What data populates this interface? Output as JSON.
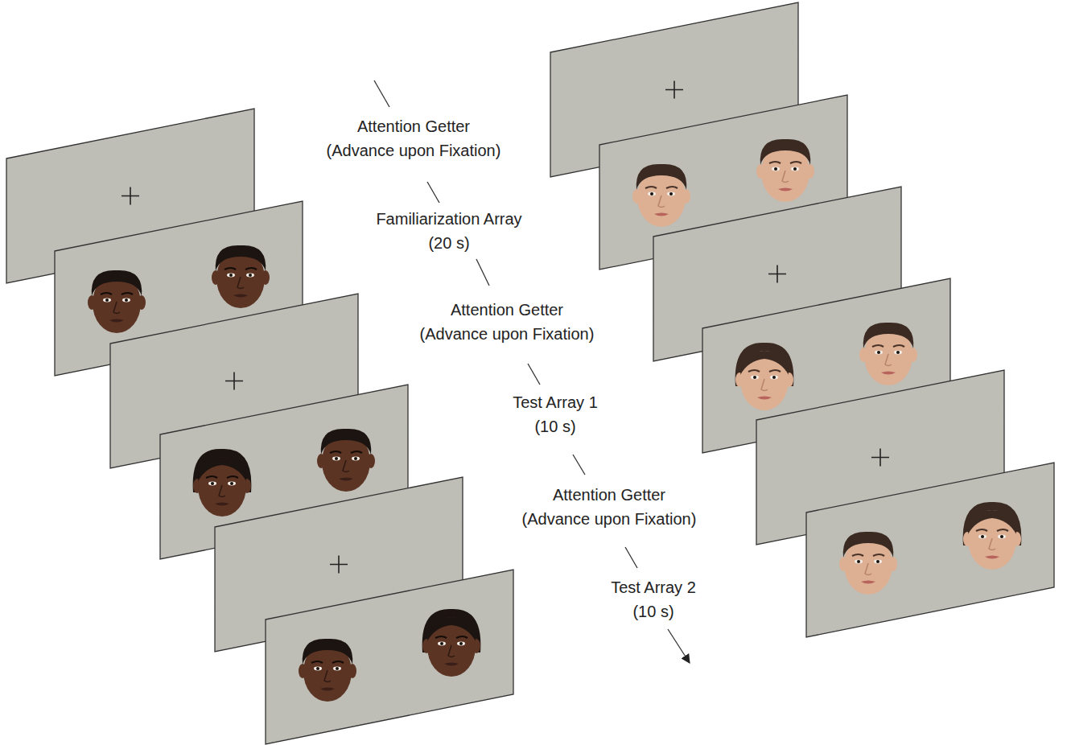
{
  "diagram": {
    "labels": [
      "Attention Getter (Advance upon Fixation)",
      "Familiarization Array (20 s)",
      "Attention Getter (Advance upon Fixation)",
      "Test Array 1 (10 s)",
      "Attention Getter (Advance upon Fixation)",
      "Test Array 2 (10 s)"
    ]
  }
}
